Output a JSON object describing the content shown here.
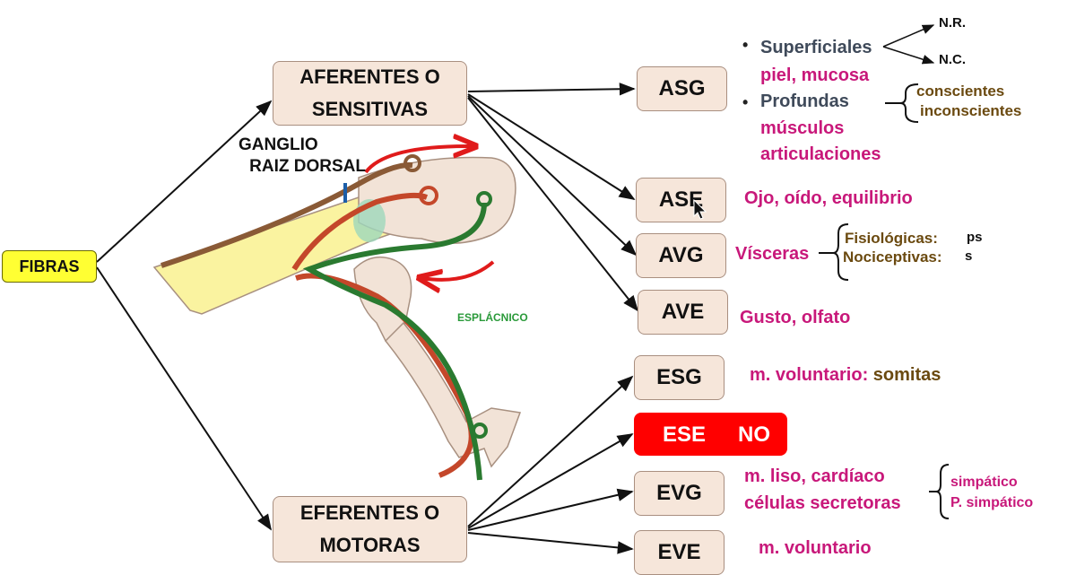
{
  "root": {
    "label": "FIBRAS"
  },
  "afferent": {
    "label_line1": "AFERENTES O",
    "label_line2": "SENSITIVAS"
  },
  "efferent": {
    "label_line1": "EFERENTES O",
    "label_line2": "MOTORAS"
  },
  "illustration": {
    "ganglion_line1": "GANGLIO",
    "ganglion_line2": "RAIZ DORSAL",
    "visceral_label": "ESPLÁCNICO"
  },
  "types": {
    "asg": "ASG",
    "ase": "ASE",
    "avg": "AVG",
    "ave": "AVE",
    "esg": "ESG",
    "ese": "ESE",
    "ese_value": "NO",
    "evg": "EVG",
    "eve": "EVE"
  },
  "details": {
    "superficiales": "Superficiales",
    "nr": "N.R.",
    "nc": "N.C.",
    "piel": "piel, mucosa",
    "profundas": "Profundas",
    "conscientes": "conscientes",
    "inconscientes": "inconscientes",
    "musculos": "músculos",
    "articulaciones": "articulaciones",
    "ase_desc": "Ojo, oído, equilibrio",
    "visceras": "Vísceras",
    "fisiologicas": "Fisiológicas:",
    "ps": "ps",
    "nociceptivas": "Nociceptivas:",
    "s": "s",
    "ave_desc": "Gusto, olfato",
    "esg_desc": "m. voluntario: somitas",
    "evg_line1": "m. liso, cardíaco",
    "evg_line2": "células  secretoras",
    "simpatico": "simpático",
    "psimpatico": "P. simpático",
    "eve_line1": "m. voluntario"
  },
  "colors": {
    "box_fill": "#f6e6da",
    "fibras_fill": "#ffff33",
    "ese_fill": "#ff0000",
    "magenta_text": "#c8187a",
    "brown_text": "#6b4a10",
    "gray_text": "#3f4a5a",
    "nerve_brown": "#8a5a36",
    "nerve_red": "#c4472a",
    "nerve_green": "#2a7a30",
    "arrow_red": "#e01b1b"
  }
}
